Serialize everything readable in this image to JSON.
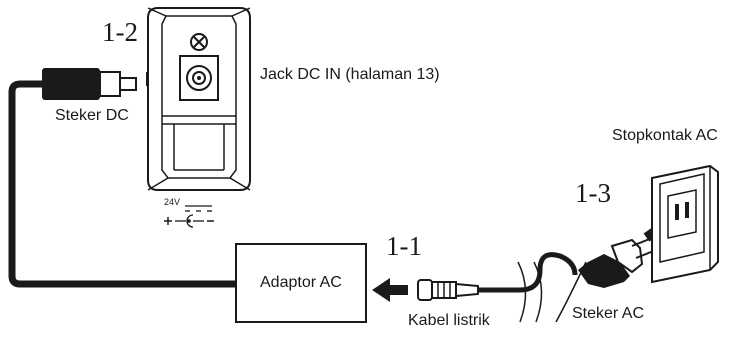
{
  "diagram": {
    "steps": {
      "step_1_1": "1-1",
      "step_1_2": "1-2",
      "step_1_3": "1-3"
    },
    "labels": {
      "dc_in_jack": "Jack DC IN (halaman 13)",
      "dc_plug": "Steker DC",
      "ac_outlet": "Stopkontak AC",
      "ac_adaptor": "Adaptor AC",
      "power_cord": "Kabel listrik",
      "ac_plug": "Steker AC"
    },
    "polarity": {
      "voltage": "24V"
    },
    "colors": {
      "line": "#1a1a1a",
      "panel_fill": "#ffffff",
      "arrow": "#1a1a1a"
    }
  }
}
